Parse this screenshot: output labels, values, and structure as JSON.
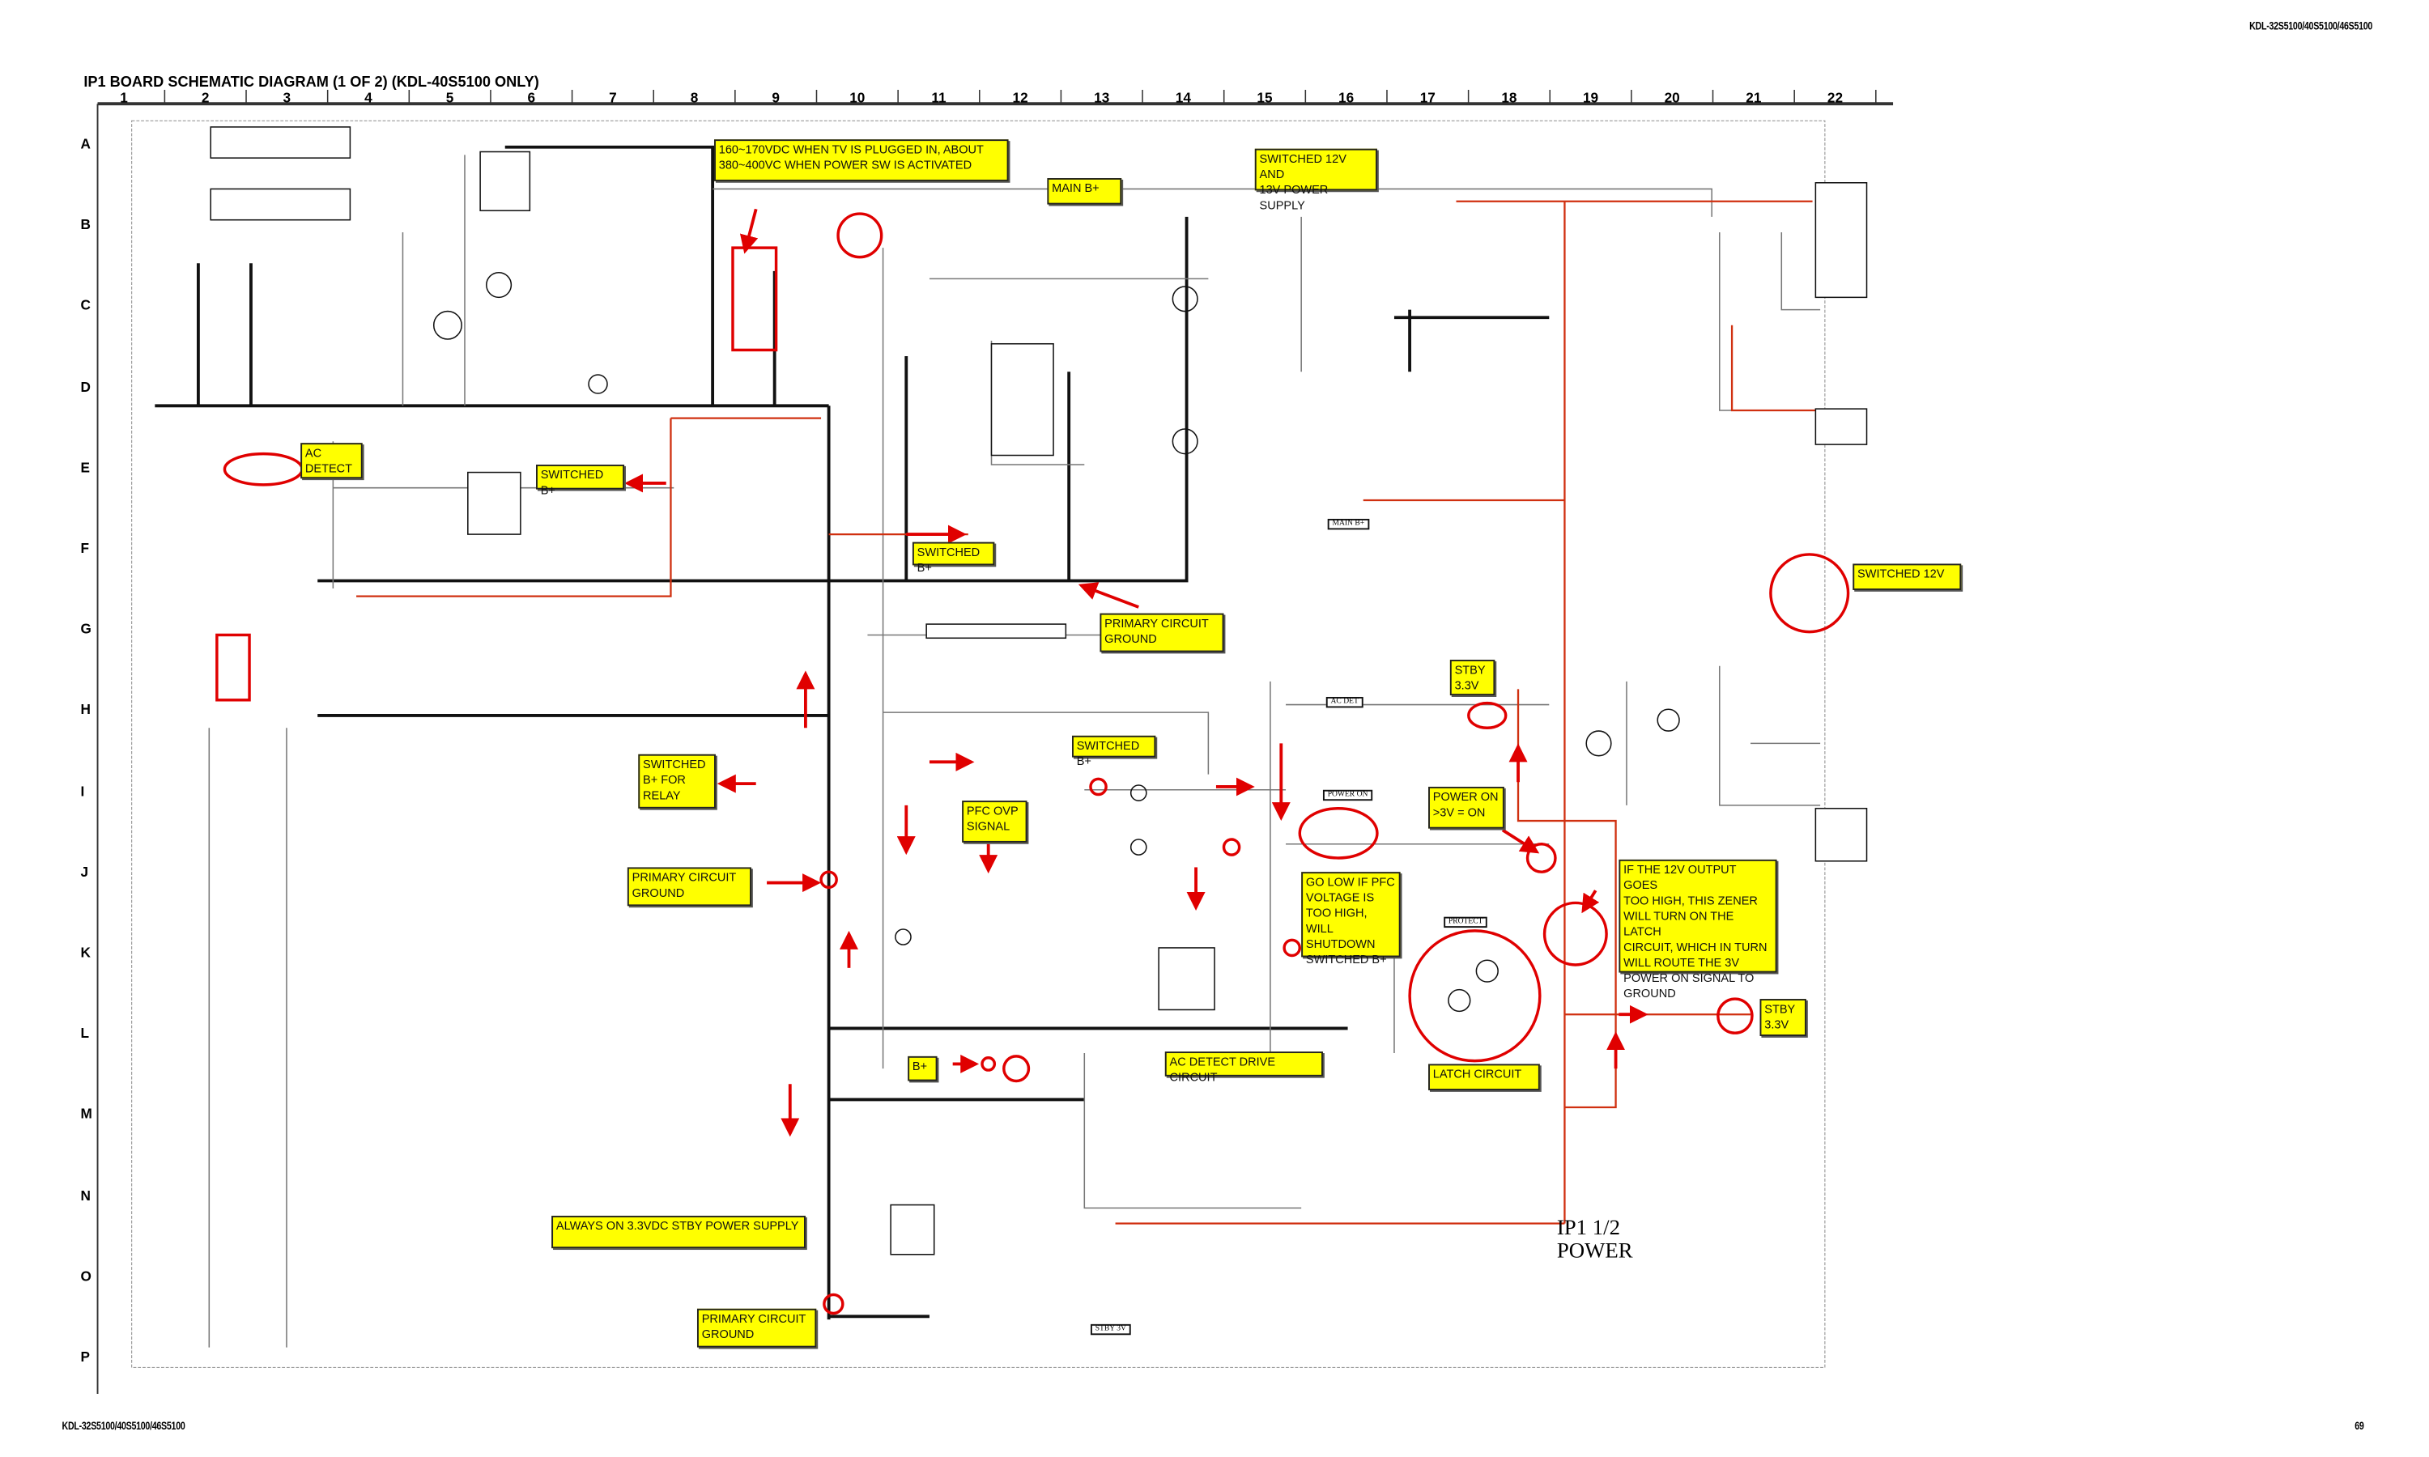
{
  "header": {
    "model_top_right": "KDL-32S5100/40S5100/46S5100",
    "diagram_title": "IP1 BOARD SCHEMATIC DIAGRAM (1 OF 2)  (KDL-40S5100 ONLY)"
  },
  "footer": {
    "model_bottom_left": "KDL-32S5100/40S5100/46S5100",
    "page_number": "69"
  },
  "grid": {
    "columns": [
      "1",
      "2",
      "3",
      "4",
      "5",
      "6",
      "7",
      "8",
      "9",
      "10",
      "11",
      "12",
      "13",
      "14",
      "15",
      "16",
      "17",
      "18",
      "19",
      "20",
      "21",
      "22"
    ],
    "rows": [
      "A",
      "B",
      "C",
      "D",
      "E",
      "F",
      "G",
      "H",
      "I",
      "J",
      "K",
      "L",
      "M",
      "N",
      "O",
      "P"
    ]
  },
  "callouts": [
    {
      "text": "160~170VDC WHEN TV IS PLUGGED IN, ABOUT\n380~400VC WHEN POWER SW IS ACTIVATED"
    },
    {
      "text": "MAIN B+"
    },
    {
      "text": "SWITCHED 12V AND\n13V POWER SUPPLY"
    },
    {
      "text": "AC\nDETECT"
    },
    {
      "text": "SWITCHED B+"
    },
    {
      "text": "SWITCHED B+"
    },
    {
      "text": "PRIMARY CIRCUIT\nGROUND"
    },
    {
      "text": "SWITCHED 12V"
    },
    {
      "text": "STBY\n3.3V"
    },
    {
      "text": "SWITCHED B+"
    },
    {
      "text": "SWITCHED\nB+ FOR\nRELAY"
    },
    {
      "text": "PFC OVP\nSIGNAL"
    },
    {
      "text": "POWER ON\n>3V = ON"
    },
    {
      "text": "PRIMARY CIRCUIT\nGROUND"
    },
    {
      "text": "GO LOW IF PFC\nVOLTAGE IS\nTOO HIGH, WILL\nSHUTDOWN\nSWITCHED B+"
    },
    {
      "text": "IF THE 12V OUTPUT GOES\nTOO HIGH, THIS ZENER\nWILL TURN ON THE LATCH\nCIRCUIT, WHICH IN TURN\nWILL ROUTE THE 3V\nPOWER ON SIGNAL TO\nGROUND"
    },
    {
      "text": "STBY\n3.3V"
    },
    {
      "text": "B+"
    },
    {
      "text": "AC DETECT DRIVE CIRCUIT"
    },
    {
      "text": "LATCH CIRCUIT"
    },
    {
      "text": "ALWAYS ON 3.3VDC STBY POWER SUPPLY"
    },
    {
      "text": "PRIMARY CIRCUIT\nGROUND"
    }
  ],
  "tags": {
    "ac_det": "AC DET",
    "power_on": "POWER ON",
    "protect": "PROTECT",
    "main_b": "MAIN B+",
    "stby": "STBY 3V"
  },
  "board_label": "IP1  1/2\nPOWER",
  "colors": {
    "callout": "#ffff00",
    "highlight": "#e00000",
    "trace": "#d03010"
  }
}
